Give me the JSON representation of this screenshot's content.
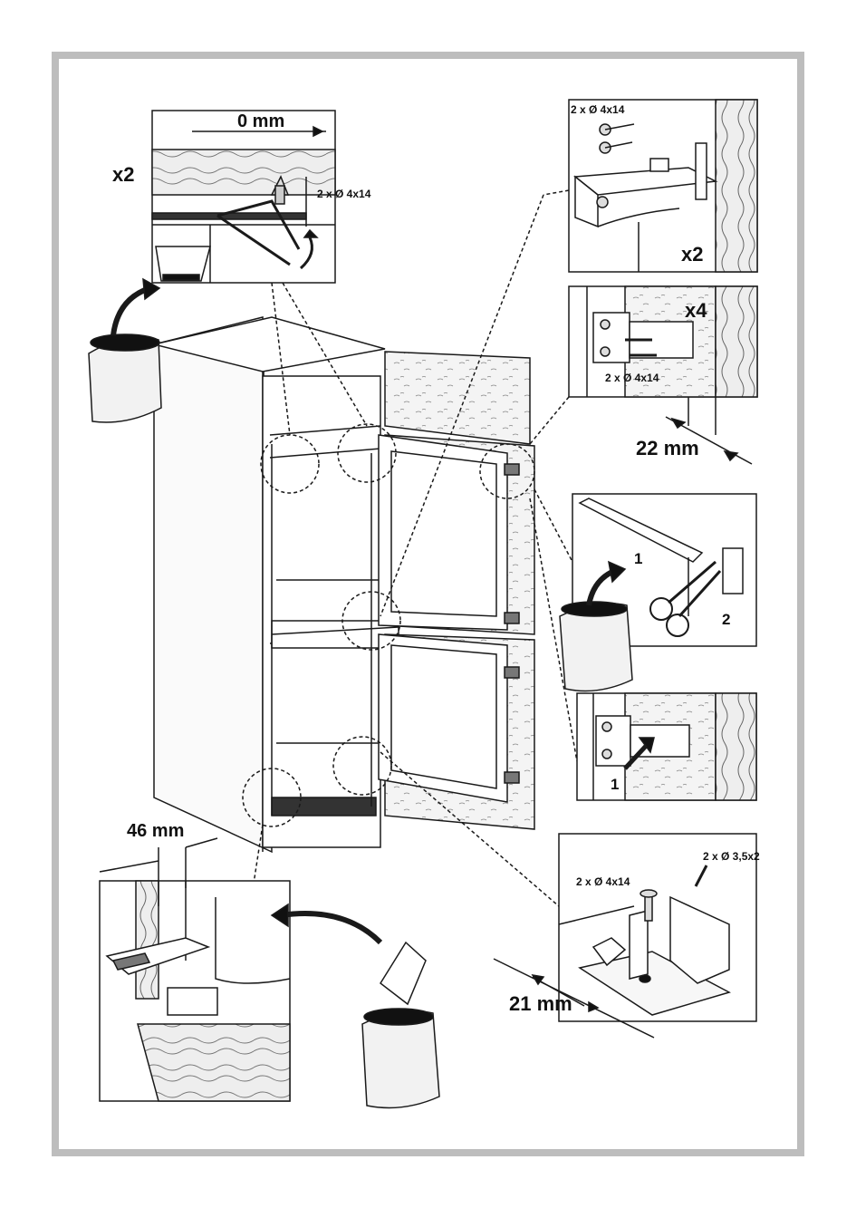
{
  "diagram": {
    "top_hinge_panel": {
      "multiplier": "x2",
      "offset": "0 mm",
      "screws": "2 x Ø 4x14"
    },
    "upper_right_hinge_panel": {
      "screws": "2 x Ø 4x14",
      "multiplier": "x2"
    },
    "door_bracket_panel": {
      "multiplier": "x4",
      "screws": "2 x Ø 4x14",
      "offset": "22 mm"
    },
    "cut_step_panel": {
      "step1": "1",
      "step2": "2"
    },
    "slide_step_panel": {
      "step1": "1"
    },
    "bottom_right_panel": {
      "screws_a": "2 x  Ø 3,5x2",
      "screws_b": "2 x Ø 4x14",
      "offset": "21 mm"
    },
    "bottom_left_panel": {
      "offset": "46 mm"
    }
  },
  "colors": {
    "frame": "#bdbdbd",
    "line": "#1a1a1a",
    "wood": "#e6e6e6"
  }
}
